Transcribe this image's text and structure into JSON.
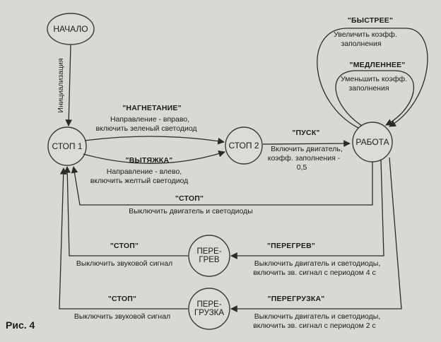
{
  "caption": "Рис. 4",
  "states": {
    "nachalo": {
      "label": "НАЧАЛО"
    },
    "stop1": {
      "label": "СТОП 1"
    },
    "stop2": {
      "label": "СТОП 2"
    },
    "rabota": {
      "label": "РАБОТА"
    },
    "peregrev": {
      "line1": "ПЕРЕ-",
      "line2": "ГРЕВ"
    },
    "peregruzka": {
      "line1": "ПЕРЕ-",
      "line2": "ГРУЗКА"
    }
  },
  "transitions": {
    "init": {
      "label": "Инициализация"
    },
    "nagnetanie": {
      "event": "\"НАГНЕТАНИЕ\"",
      "action1": "Направление - вправо,",
      "action2": "включить зеленый светодиод"
    },
    "vytyazhka": {
      "event": "\"ВЫТЯЖКА\"",
      "action1": "Направление - влево,",
      "action2": "включить желтый светодиод"
    },
    "pusk": {
      "event": "\"ПУСК\"",
      "action1": "Включить двигатель,",
      "action2": "коэфф. заполнения -",
      "action3": "0,5"
    },
    "bystree": {
      "event": "\"БЫСТРЕЕ\"",
      "action1": "Увеличить коэфф.",
      "action2": "заполнения"
    },
    "medlennee": {
      "event": "\"МЕДЛЕННЕЕ\"",
      "action1": "Уменьшить коэфф.",
      "action2": "заполнения"
    },
    "stop_rabota": {
      "event": "\"СТОП\"",
      "action1": "Выключить двигатель и светодиоды"
    },
    "peregrev_event": {
      "event": "\"ПЕРЕГРЕВ\"",
      "action1": "Выключить двигатель и светодиоды,",
      "action2": "включить зв. сигнал с периодом 4 с"
    },
    "stop_peregrev": {
      "event": "\"СТОП\"",
      "action1": "Выключить звуковой сигнал"
    },
    "peregruzka_event": {
      "event": "\"ПЕРЕГРУЗКА\"",
      "action1": "Выключить двигатель и светодиоды,",
      "action2": "включить зв. сигнал с периодом 2 с"
    },
    "stop_peregruzka": {
      "event": "\"СТОП\"",
      "action1": "Выключить звуковой сигнал"
    }
  }
}
